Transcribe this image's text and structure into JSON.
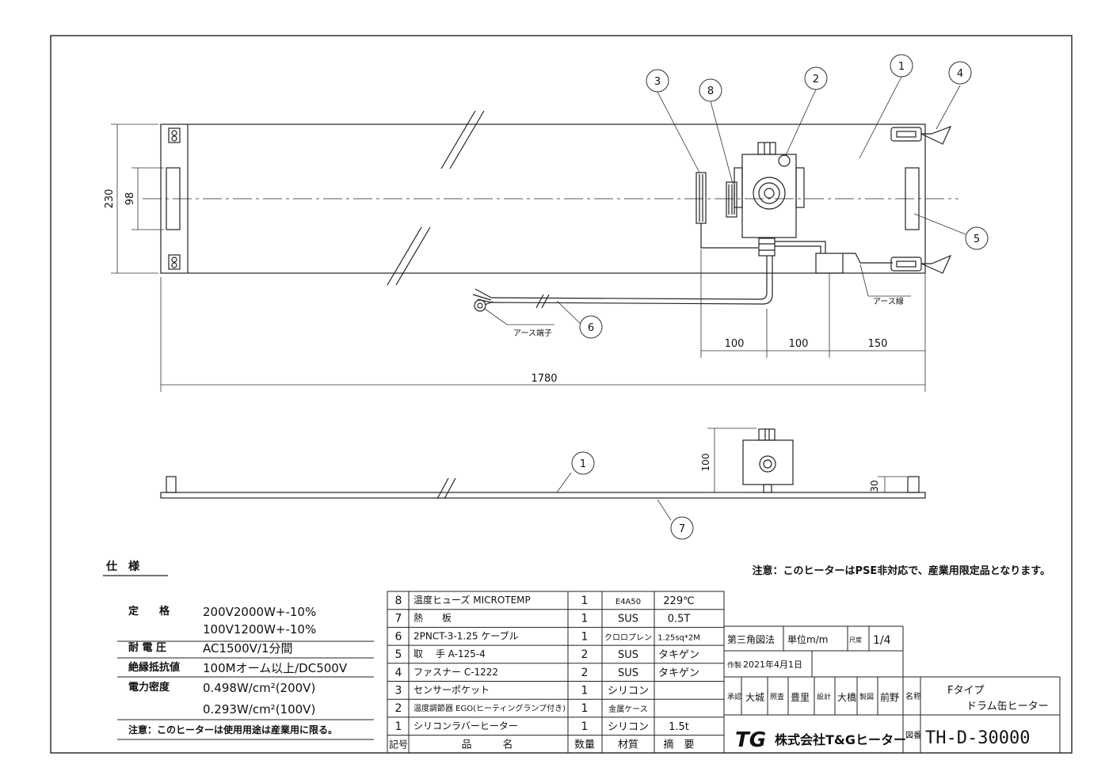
{
  "dimensions": {
    "height_overall": "230",
    "window_height": "98",
    "span_a": "100",
    "span_b": "100",
    "span_c": "150",
    "length_total": "1780",
    "side_height": "100",
    "handle_height": "30"
  },
  "callouts": [
    "1",
    "2",
    "3",
    "4",
    "5",
    "6",
    "7",
    "8"
  ],
  "callouts_side": [
    "1",
    "7"
  ],
  "labels": {
    "earth_wire": "アース線",
    "earth_terminal": "アース端子"
  },
  "note_top": "注意：このヒーターはPSE非対応で、産業用限定品となります。",
  "spec": {
    "title": "仕　様",
    "rows": [
      {
        "label": "定　　格",
        "lines": [
          "200V2000W+-10%",
          "100V1200W+-10%"
        ]
      },
      {
        "label": "耐 電 圧",
        "lines": [
          "AC1500V/1分間"
        ]
      },
      {
        "label": "絶縁抵抗値",
        "lines": [
          "100Mオーム以上/DC500V"
        ]
      },
      {
        "label": "電力密度",
        "lines": [
          "0.498W/cm²(200V)",
          "0.293W/cm²(100V)"
        ]
      }
    ],
    "note": "注意：このヒーターは使用用途は産業用に限る。"
  },
  "parts": {
    "header": {
      "no": "記号",
      "name": "品　　　名",
      "qty": "数量",
      "mat": "材質",
      "note": "摘　要"
    },
    "rows": [
      {
        "no": "8",
        "name": "温度ヒューズ MICROTEMP",
        "qty": "1",
        "mat": "E4A50",
        "note": "229℃"
      },
      {
        "no": "7",
        "name": "熱　　板",
        "qty": "1",
        "mat": "SUS",
        "note": "0.5T"
      },
      {
        "no": "6",
        "name": "2PNCT-3-1.25 ケーブル",
        "qty": "1",
        "mat": "クロロプレン",
        "note": "1.25sq*2M"
      },
      {
        "no": "5",
        "name": "取　 手 A-125-4",
        "qty": "2",
        "mat": "SUS",
        "note": "タキゲン"
      },
      {
        "no": "4",
        "name": "ファスナー C-1222",
        "qty": "2",
        "mat": "SUS",
        "note": "タキゲン"
      },
      {
        "no": "3",
        "name": "センサーポケット",
        "qty": "1",
        "mat": "シリコン",
        "note": ""
      },
      {
        "no": "2",
        "name": "温度調節器 EGO(ヒーティングランプ付き)",
        "qty": "1",
        "mat": "金属ケース",
        "note": ""
      },
      {
        "no": "1",
        "name": "シリコンラバーヒーター",
        "qty": "1",
        "mat": "シリコン",
        "note": "1.5t"
      }
    ]
  },
  "title_block": {
    "projection": "第三角図法",
    "unit": "単位m/m",
    "scale_label": "尺度",
    "scale": "1/4",
    "date_label": "作製",
    "date": "2021年4月1日",
    "approve_label": "承認",
    "approve": "大城",
    "check_label": "照査",
    "check": "豊里",
    "design_label": "設計",
    "design": "大橋",
    "draw_label": "製図",
    "draw": "前野",
    "name_label": "名称",
    "name_line1": "Fタイプ",
    "name_line2": "ドラム缶ヒーター",
    "logo": "TG",
    "company": "株式会社T&Gヒーター",
    "dwg_label": "図番",
    "dwg_no": "TH-D-30000"
  }
}
